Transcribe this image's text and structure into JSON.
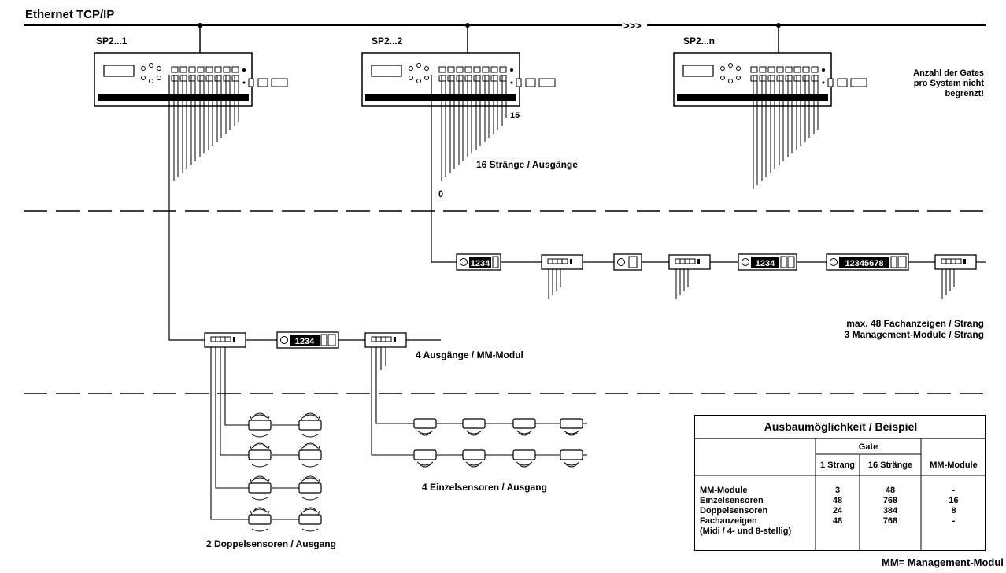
{
  "title": "Ethernet TCP/IP",
  "bus_arrow": ">>>",
  "gates": [
    {
      "label": "SP2...1"
    },
    {
      "label": "SP2...2",
      "last_index": "15",
      "first_index": "0"
    },
    {
      "label": "SP2...n"
    }
  ],
  "gate_note": [
    "Anzahl der Gates",
    "pro System nicht",
    "begrenzt!"
  ],
  "strands_label": "16 Stränge / Ausgänge",
  "strand_notes": [
    "max. 48 Fachanzeigen / Strang",
    "3 Management-Module / Strang"
  ],
  "displays": {
    "four_digit": "1234",
    "eight_digit": "12345678"
  },
  "mm_outputs_label": "4 Ausgänge / MM-Modul",
  "single_sensors_label": "4 Einzelsensoren / Ausgang",
  "double_sensors_label": "2 Doppelsensoren / Ausgang",
  "table": {
    "title": "Ausbaumöglichkeit / Beispiel",
    "group_header": "Gate",
    "columns": [
      "1 Strang",
      "16 Stränge",
      "MM-Module"
    ],
    "rows": [
      {
        "label": "MM-Module",
        "v1": "3",
        "v2": "48",
        "v3": "-"
      },
      {
        "label": "Einzelsensoren",
        "v1": "48",
        "v2": "768",
        "v3": "16"
      },
      {
        "label": "Doppelsensoren",
        "v1": "24",
        "v2": "384",
        "v3": "8"
      },
      {
        "label": "Fachanzeigen",
        "v1": "48",
        "v2": "768",
        "v3": "-"
      }
    ],
    "footnote": "(Midi / 4- und 8-stellig)"
  },
  "legend_note": "MM=  Management-Modul"
}
